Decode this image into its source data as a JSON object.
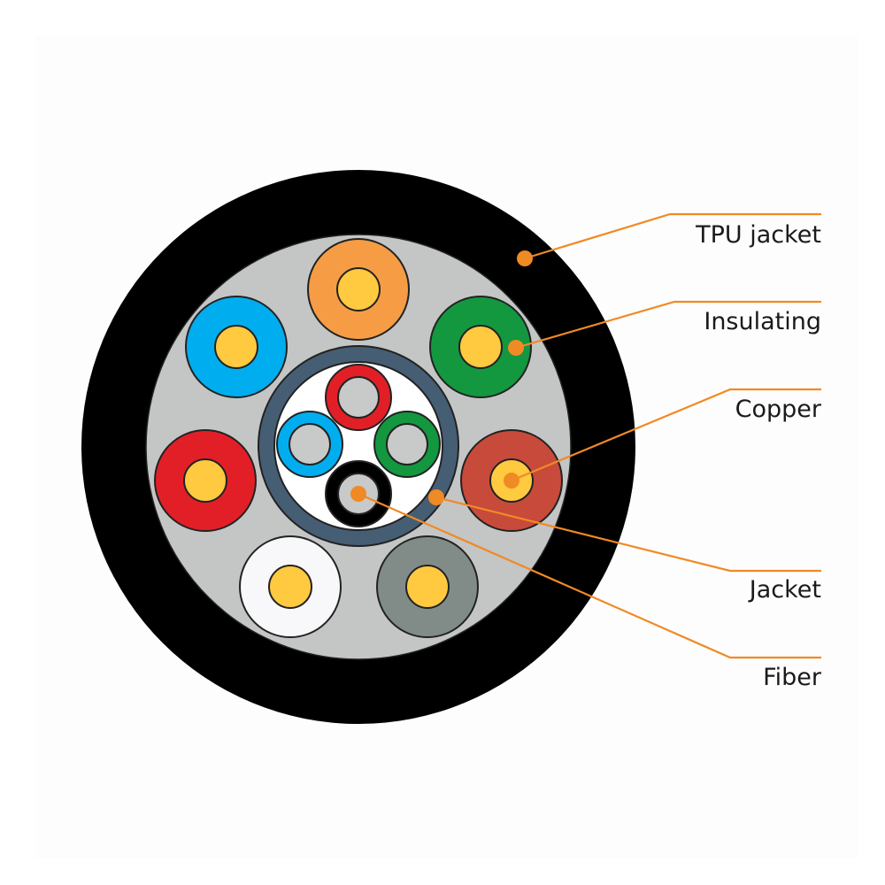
{
  "diagram": {
    "labels": {
      "tpu_jacket": "TPU jacket",
      "insulating": "Insulating",
      "copper": "Copper",
      "jacket": "Jacket",
      "fiber": "Fiber"
    }
  },
  "colors": {
    "outer_jacket": "#000000",
    "filler": "#c4c5c5",
    "leader_line": "#f08a24",
    "copper": "#ffc940",
    "inner_jacket": "#465e74",
    "conductor_orange": "#f59c45",
    "conductor_green": "#13973f",
    "conductor_red_brown": "#c84a3b",
    "conductor_grey": "#818c88",
    "conductor_white": "#f8f8fb",
    "conductor_red": "#e21f27",
    "conductor_blue": "#00aeef",
    "fiber_core": "#c8c9c9"
  }
}
